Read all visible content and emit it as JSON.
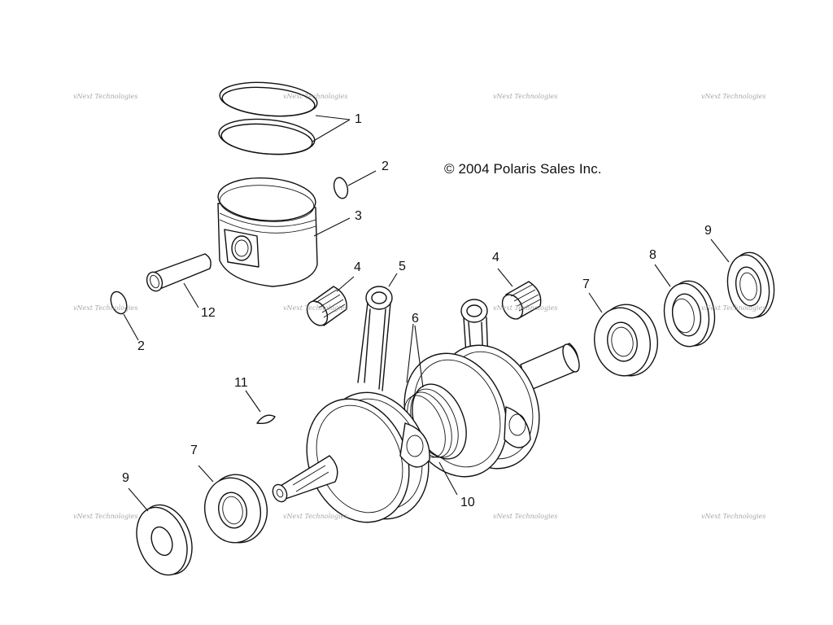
{
  "copyright": "© 2004 Polaris Sales Inc.",
  "watermark": "vNext Technologies",
  "callouts": [
    "1",
    "2",
    "2",
    "3",
    "4",
    "4",
    "5",
    "6",
    "7",
    "7",
    "8",
    "9",
    "9",
    "10",
    "11",
    "12"
  ],
  "colors": {
    "line": "#111111",
    "background": "#ffffff",
    "watermark": "#8a8a8a"
  }
}
